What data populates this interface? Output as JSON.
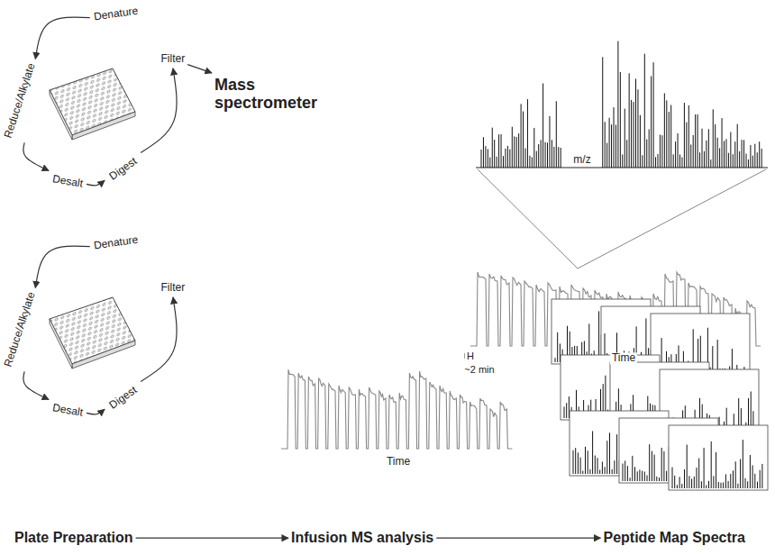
{
  "diagram": {
    "nodes": [
      {
        "text": [
          "Denature"
        ]
      },
      {
        "text": [
          "Reduce/Alkylate"
        ]
      },
      {
        "text": [
          "Desalt"
        ]
      },
      {
        "text": [
          "Digest"
        ]
      },
      {
        "text": [
          "Filter"
        ]
      },
      {
        "text": [
          "Mass spectrometer"
        ]
      },
      {
        "text": [
          "Denature"
        ]
      },
      {
        "text": [
          "Reduce/Alkylate"
        ]
      },
      {
        "text": [
          "Desalt"
        ]
      },
      {
        "text": [
          "Digest"
        ]
      },
      {
        "text": [
          "Filter"
        ]
      },
      {
        "text": [
          "Plate Preparation"
        ]
      },
      {
        "text": [
          "Infusion MS analysis"
        ]
      },
      {
        "text": [
          "Peptide Map Spectra"
        ]
      }
    ],
    "edges": [
      {
        "from": 0,
        "to": 1,
        "arrow": "to"
      },
      {
        "from": 1,
        "to": 2,
        "arrow": "to"
      },
      {
        "from": 2,
        "to": 3,
        "arrow": "to"
      },
      {
        "from": 3,
        "to": 4,
        "arrow": "to"
      },
      {
        "from": 4,
        "to": 5,
        "arrow": "to"
      },
      {
        "from": 6,
        "to": 7,
        "arrow": "to"
      },
      {
        "from": 7,
        "to": 8,
        "arrow": "to"
      },
      {
        "from": 8,
        "to": 9,
        "arrow": "to"
      },
      {
        "from": 9,
        "to": 10,
        "arrow": "to"
      },
      {
        "from": 11,
        "to": 12,
        "arrow": "to"
      },
      {
        "from": 12,
        "to": 13,
        "arrow": "to"
      }
    ],
    "labels": [
      "m/z",
      "H",
      "~2 min",
      "Time",
      "Time"
    ]
  }
}
